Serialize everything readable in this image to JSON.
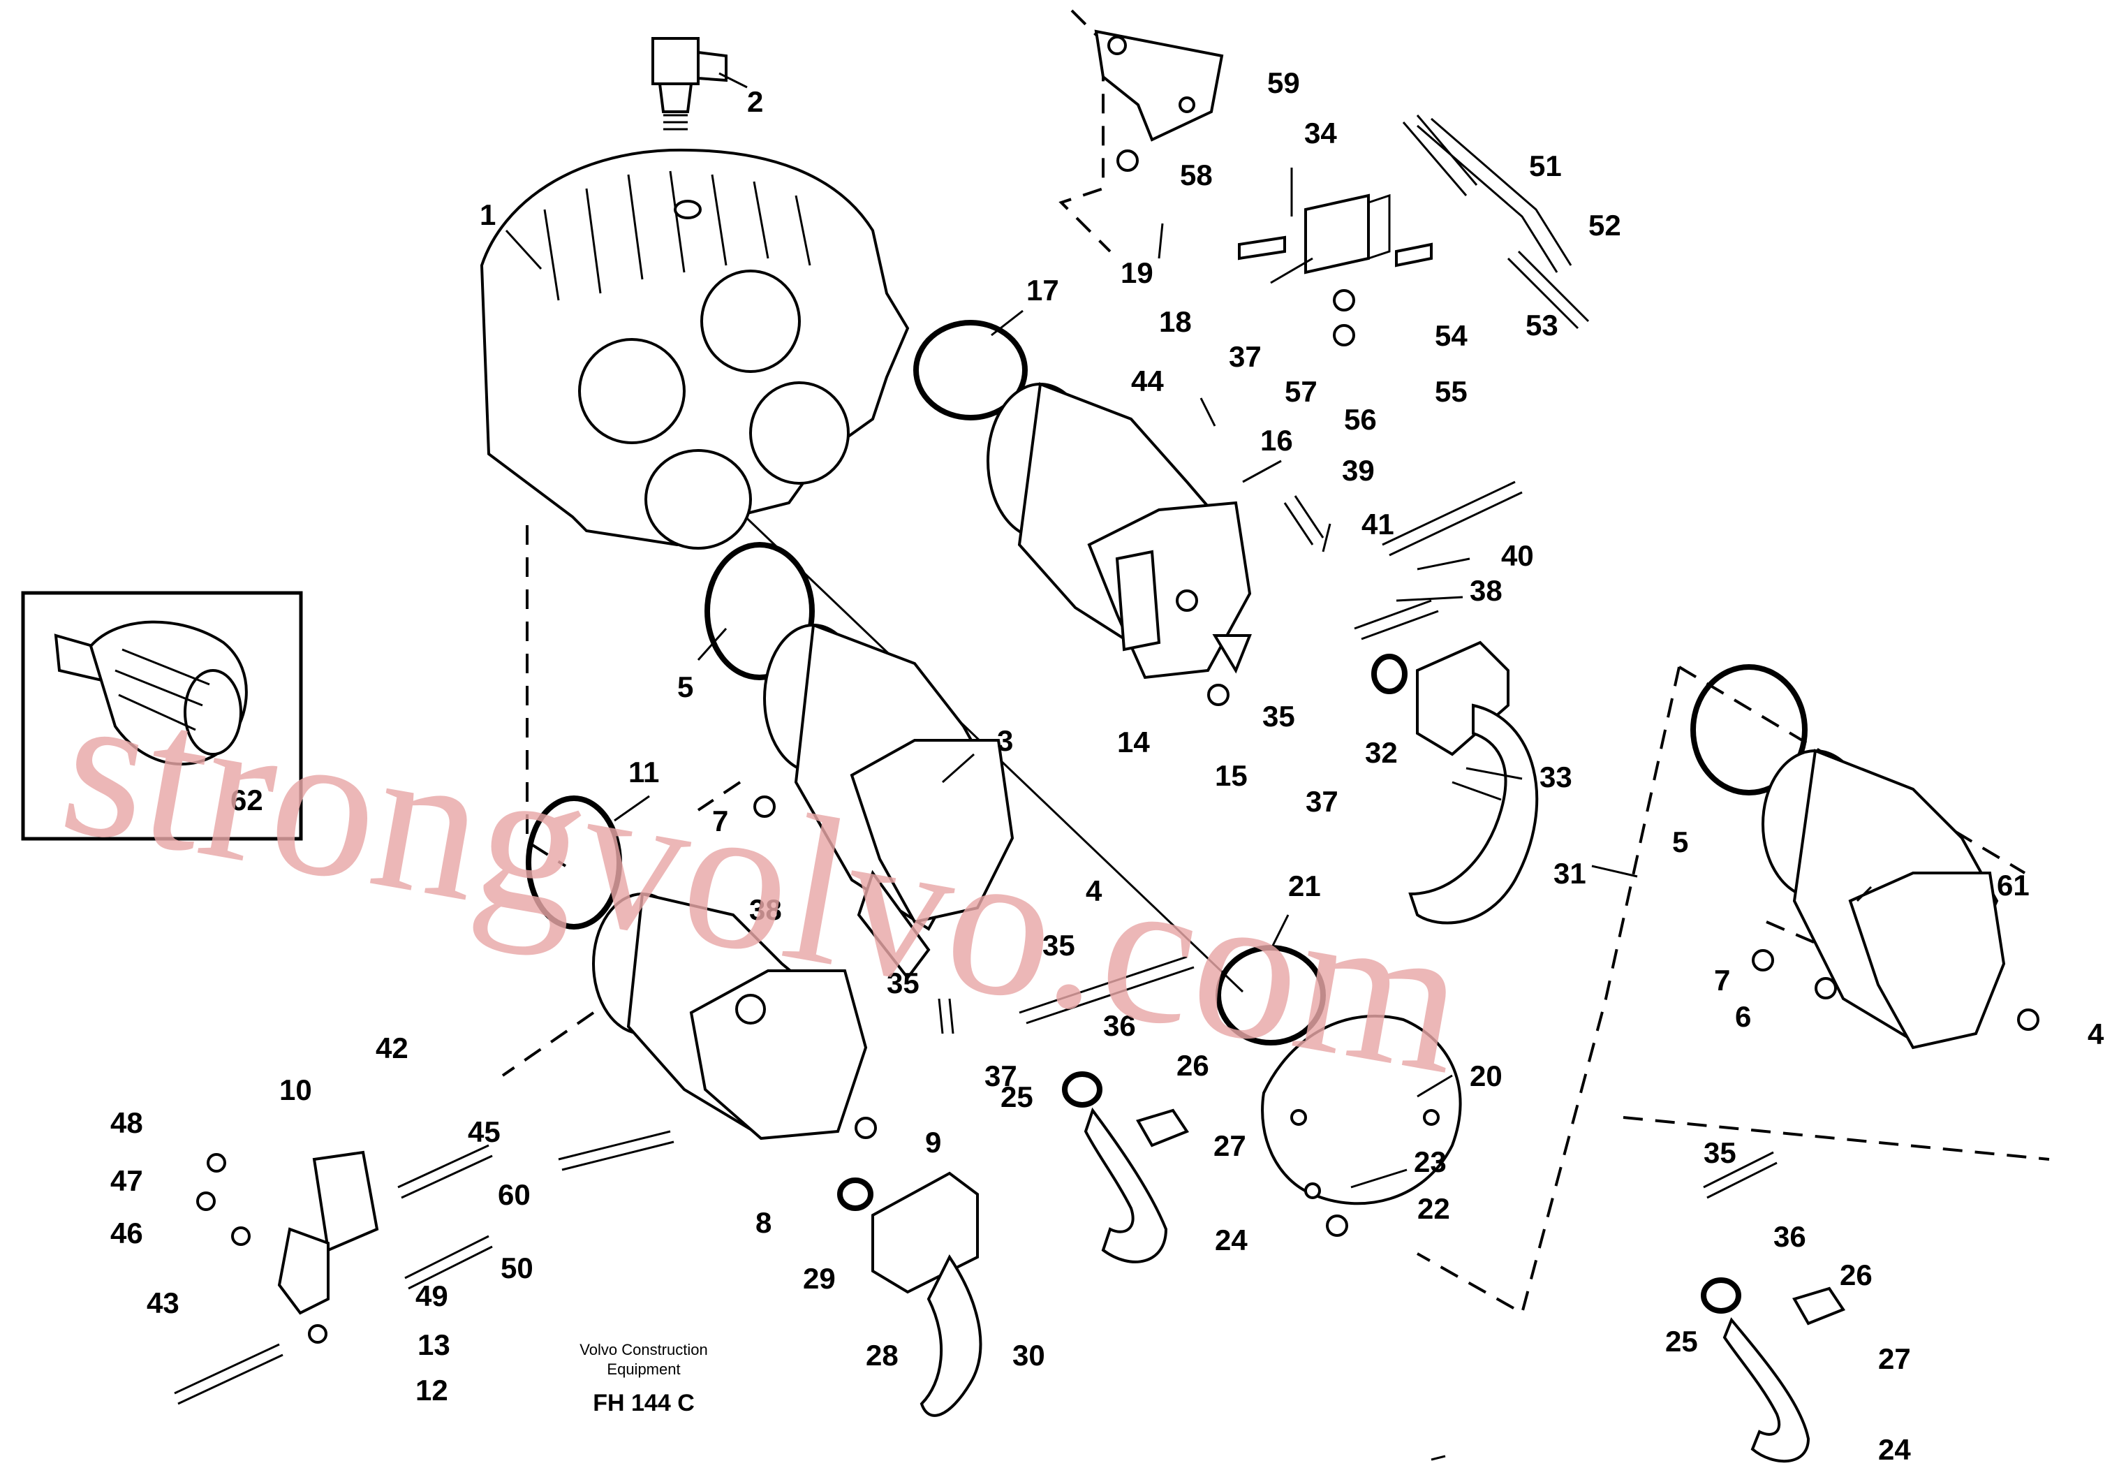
{
  "labels": [
    "1",
    "2",
    "3",
    "4",
    "5",
    "6",
    "7",
    "8",
    "9",
    "10",
    "11",
    "12",
    "13",
    "14",
    "15",
    "16",
    "17",
    "18",
    "19",
    "20",
    "21",
    "22",
    "23",
    "24",
    "25",
    "26",
    "27",
    "28",
    "29",
    "30",
    "31",
    "32",
    "33",
    "34",
    "35",
    "36",
    "37",
    "38",
    "39",
    "40",
    "41",
    "42",
    "43",
    "44",
    "45",
    "46",
    "47",
    "48",
    "49",
    "50",
    "51",
    "52",
    "53",
    "54",
    "55",
    "56",
    "57",
    "58",
    "59",
    "60",
    "61",
    "62"
  ],
  "caption": {
    "line1": "Volvo Construction",
    "line2": "Equipment",
    "code": "FH 144 C"
  },
  "watermark": "strongvolvo.com",
  "colors": {
    "line": "#000000",
    "background": "#ffffff",
    "watermark": "#e9a8a8"
  }
}
